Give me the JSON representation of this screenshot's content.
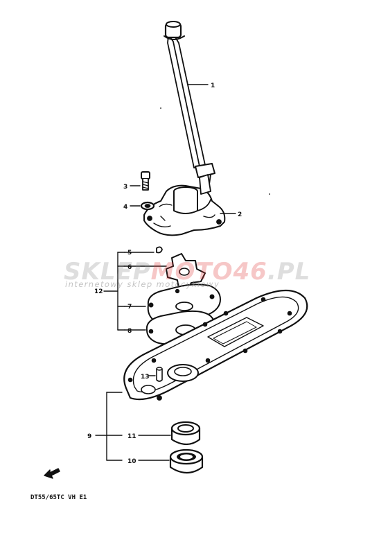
{
  "callouts": {
    "c1": "1",
    "c2": "2",
    "c3": "3",
    "c4": "4",
    "c5": "5",
    "c6": "6",
    "c7": "7",
    "c8": "8",
    "c9": "9",
    "c10": "10",
    "c11": "11",
    "c12": "12",
    "c13": "13"
  },
  "watermark": {
    "logo_part1": "SKLEP",
    "logo_part2": "MOTO46",
    "logo_part3": ".PL",
    "tagline": "internetowy sklep motocyklowy"
  },
  "footer": {
    "model_code": "DT55/65TC VH E1"
  },
  "icons": {
    "front_arrow": "front-direction-arrow-icon"
  }
}
